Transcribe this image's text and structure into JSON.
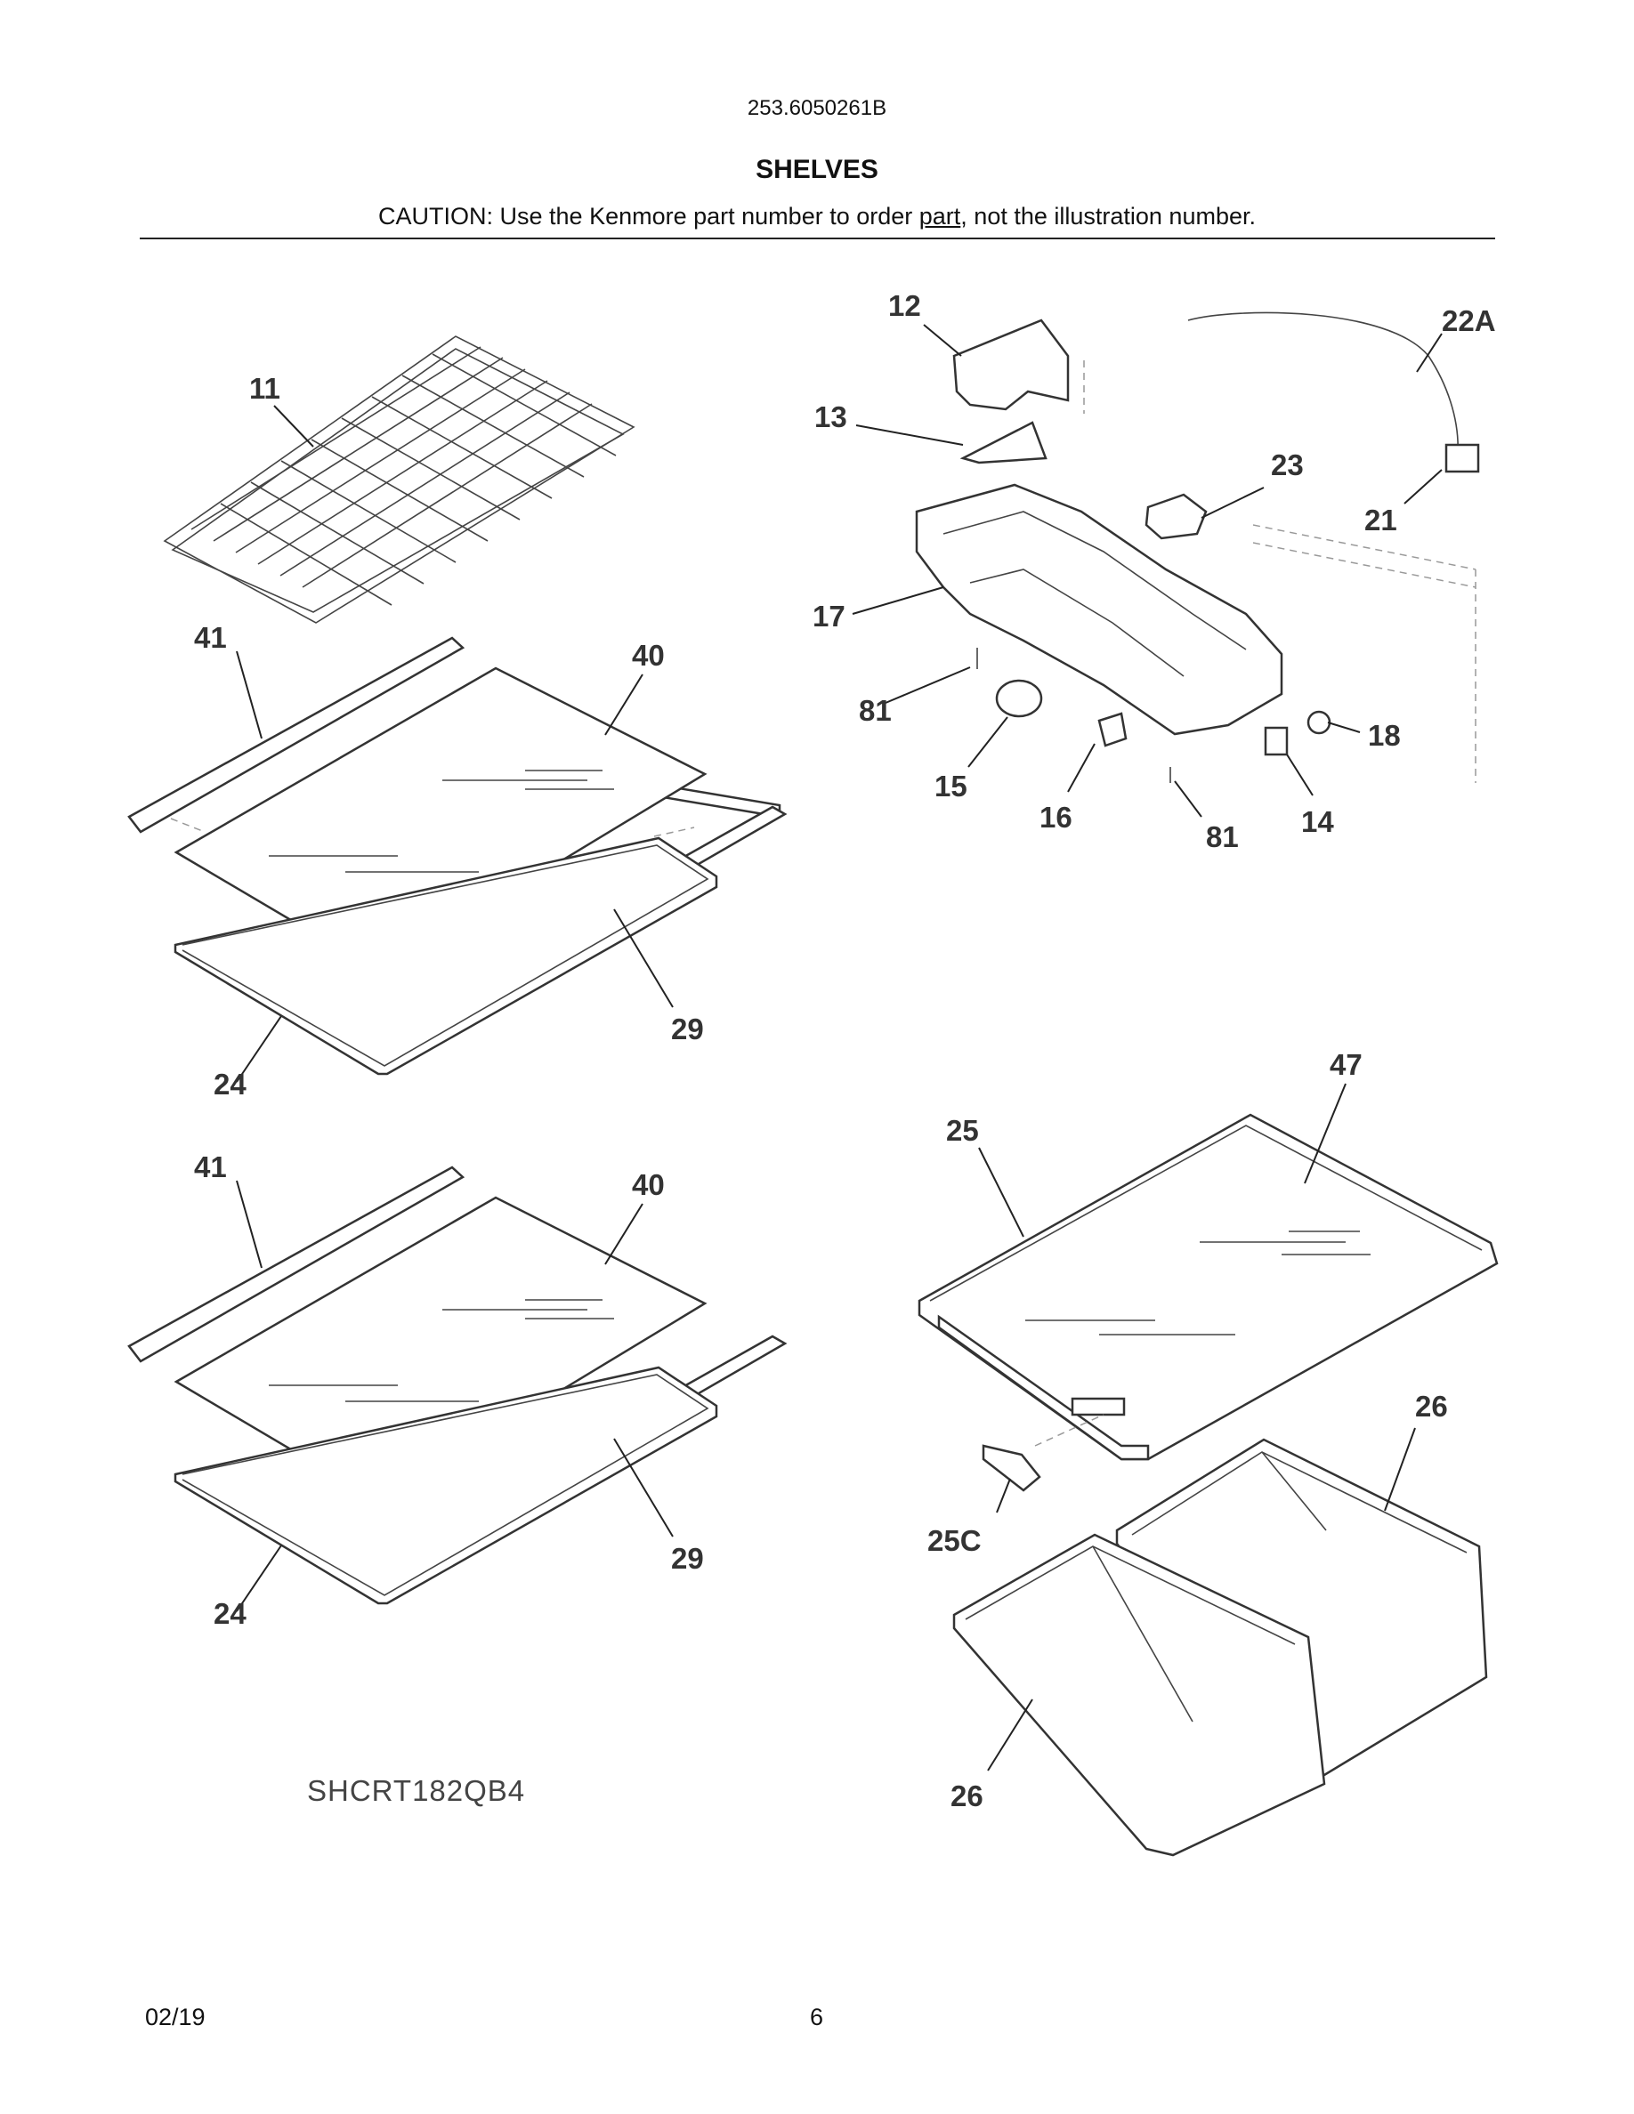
{
  "header": {
    "doc_number": "253.6050261B",
    "title": "SHELVES",
    "caution_prefix": "CAUTION: Use the Kenmore part number to order ",
    "caution_underlined": "part",
    "caution_suffix": ", not the illustration number."
  },
  "callouts": {
    "c11": "11",
    "c41a": "41",
    "c40a": "40",
    "c29a": "29",
    "c24a": "24",
    "c41b": "41",
    "c40b": "40",
    "c29b": "29",
    "c24b": "24",
    "c12": "12",
    "c22a": "22A",
    "c13": "13",
    "c23": "23",
    "c21": "21",
    "c17": "17",
    "c81a": "81",
    "c18": "18",
    "c15": "15",
    "c16": "16",
    "c81b": "81",
    "c14": "14",
    "c47": "47",
    "c25": "25",
    "c26a": "26",
    "c25c": "25C",
    "c26b": "26"
  },
  "model": "SHCRT182QB4",
  "footer": {
    "date": "02/19",
    "page": "6"
  }
}
